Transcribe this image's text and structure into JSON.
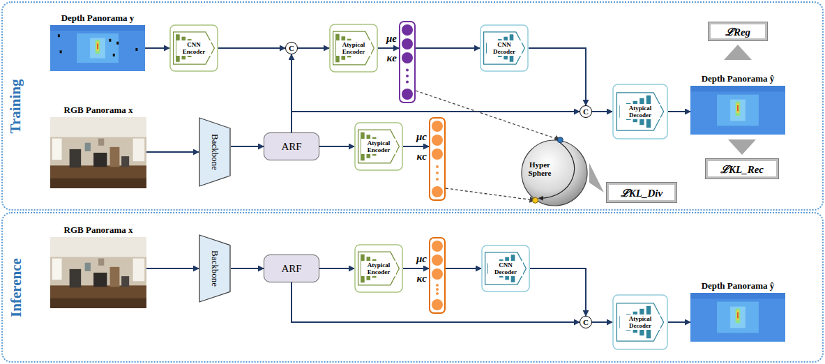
{
  "diagram": {
    "nodes": [
      {
        "text": [
          "Training"
        ]
      },
      {
        "text": [
          "Depth Panorama y"
        ],
        "in": 0
      },
      {
        "text": [
          "CNN Encoder"
        ],
        "in": 0
      },
      {
        "text": [
          "C"
        ],
        "in": 0
      },
      {
        "text": [
          "Atypical Encoder"
        ],
        "in": 0
      },
      {
        "text": [
          "μe",
          "κe"
        ],
        "in": 0
      },
      {
        "text": [
          "CNN Decoder"
        ],
        "in": 0
      },
      {
        "text": [
          "C"
        ],
        "in": 0
      },
      {
        "text": [
          "Atypical Decoder"
        ],
        "in": 0
      },
      {
        "text": [
          "Depth Panorama ŷ"
        ],
        "in": 0
      },
      {
        "text": [
          "ℒReg"
        ],
        "in": 0
      },
      {
        "text": [
          "ℒKL_Rec"
        ],
        "in": 0
      },
      {
        "text": [
          "RGB Panorama x"
        ],
        "in": 0
      },
      {
        "text": [
          "Backbone"
        ],
        "in": 0
      },
      {
        "text": [
          "ARF"
        ],
        "in": 0
      },
      {
        "text": [
          "Atypical Encoder"
        ],
        "in": 0
      },
      {
        "text": [
          "μc",
          "κc"
        ],
        "in": 0
      },
      {
        "text": [
          "Hyper Sphere"
        ],
        "in": 0
      },
      {
        "text": [
          "ℒKL_Div"
        ],
        "in": 0
      },
      {
        "text": [
          "Inference"
        ]
      },
      {
        "text": [
          "RGB Panorama x"
        ],
        "in": 19
      },
      {
        "text": [
          "Backbone"
        ],
        "in": 19
      },
      {
        "text": [
          "ARF"
        ],
        "in": 19
      },
      {
        "text": [
          "Atypical Encoder"
        ],
        "in": 19
      },
      {
        "text": [
          "μc",
          "κc"
        ],
        "in": 19
      },
      {
        "text": [
          "CNN Decoder"
        ],
        "in": 19
      },
      {
        "text": [
          "C"
        ],
        "in": 19
      },
      {
        "text": [
          "Atypical Decoder"
        ],
        "in": 19
      },
      {
        "text": [
          "Depth Panorama ŷ"
        ],
        "in": 19
      }
    ],
    "edges": [
      {
        "from": 1,
        "to": 2,
        "arrow": "to"
      },
      {
        "from": 2,
        "to": 3,
        "arrow": "to"
      },
      {
        "from": 3,
        "to": 4,
        "arrow": "to"
      },
      {
        "from": 4,
        "to": 5,
        "arrow": "to"
      },
      {
        "from": 5,
        "to": 6,
        "arrow": "to"
      },
      {
        "from": 6,
        "to": 7,
        "arrow": "to"
      },
      {
        "from": 7,
        "to": 8,
        "arrow": "to"
      },
      {
        "from": 8,
        "to": 9,
        "arrow": "to"
      },
      {
        "from": 9,
        "to": 10,
        "arrow": "to"
      },
      {
        "from": 9,
        "to": 11,
        "arrow": "to"
      },
      {
        "from": 12,
        "to": 13,
        "arrow": "to"
      },
      {
        "from": 13,
        "to": 14,
        "arrow": "to"
      },
      {
        "from": 14,
        "to": 3,
        "arrow": "to"
      },
      {
        "from": 14,
        "to": 7,
        "arrow": "to"
      },
      {
        "from": 14,
        "to": 15,
        "arrow": "to"
      },
      {
        "from": 15,
        "to": 16,
        "arrow": "to"
      },
      {
        "from": 5,
        "to": 17,
        "arrow": "to"
      },
      {
        "from": 16,
        "to": 17,
        "arrow": "to"
      },
      {
        "from": 17,
        "to": 18,
        "arrow": "to"
      },
      {
        "from": 20,
        "to": 21,
        "arrow": "to"
      },
      {
        "from": 21,
        "to": 22,
        "arrow": "to"
      },
      {
        "from": 22,
        "to": 23,
        "arrow": "to"
      },
      {
        "from": 23,
        "to": 24,
        "arrow": "to"
      },
      {
        "from": 24,
        "to": 25,
        "arrow": "to"
      },
      {
        "from": 25,
        "to": 26,
        "arrow": "to"
      },
      {
        "from": 22,
        "to": 26,
        "arrow": "to"
      },
      {
        "from": 26,
        "to": 27,
        "arrow": "to"
      },
      {
        "from": 27,
        "to": 28,
        "arrow": "to"
      }
    ]
  }
}
